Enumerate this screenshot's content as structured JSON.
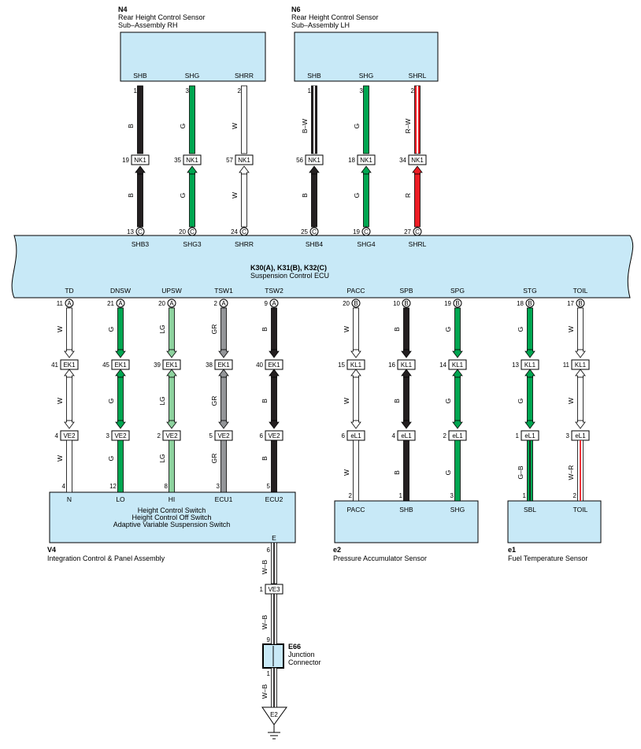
{
  "components": {
    "n4": {
      "code": "N4",
      "lines": [
        "Rear Height Control Sensor",
        "Sub–Assembly RH"
      ]
    },
    "n6": {
      "code": "N6",
      "lines": [
        "Rear Height Control Sensor",
        "Sub–Assembly LH"
      ]
    },
    "ecu": {
      "code": "K30(A), K31(B), K32(C)",
      "name": "Suspension Control ECU"
    },
    "v4": {
      "code": "V4",
      "name": "Integration Control & Panel Assembly",
      "inner": [
        "Height Control Switch",
        "Height Control Off Switch",
        "Adaptive Variable Suspension Switch"
      ]
    },
    "e2": {
      "code": "e2",
      "name": "Pressure Accumulator Sensor"
    },
    "e1": {
      "code": "e1",
      "name": "Fuel Temperature Sensor"
    },
    "e66": {
      "code": "E66",
      "lines": [
        "Junction",
        "Connector"
      ]
    },
    "ground": {
      "label": "E2"
    }
  },
  "colors": {
    "B": "#231f20",
    "G": "#00a651",
    "W": "#ffffff",
    "R": "#ed1c24",
    "LG": "#8dd29e",
    "GR": "#939598",
    "ecu_fill": "#c8e9f7",
    "box_fill": "#c8e9f7"
  },
  "top_wires": [
    {
      "top_pin": "SHB",
      "top_num": "1",
      "top_color": "B",
      "stripe": "",
      "conn": "NK1",
      "conn_num": "19",
      "low_color": "B",
      "ecu_num": "13",
      "ecu_conn": "C",
      "ecu_pin": "SHB3"
    },
    {
      "top_pin": "SHG",
      "top_num": "3",
      "top_color": "G",
      "stripe": "",
      "conn": "NK1",
      "conn_num": "35",
      "low_color": "G",
      "ecu_num": "20",
      "ecu_conn": "C",
      "ecu_pin": "SHG3"
    },
    {
      "top_pin": "SHRR",
      "top_num": "2",
      "top_color": "W",
      "stripe": "",
      "conn": "NK1",
      "conn_num": "57",
      "low_color": "W",
      "ecu_num": "24",
      "ecu_conn": "C",
      "ecu_pin": "SHRR"
    },
    {
      "top_pin": "SHB",
      "top_num": "1",
      "top_color": "B–W",
      "stripe": "W",
      "conn": "NK1",
      "conn_num": "56",
      "low_color": "B",
      "ecu_num": "25",
      "ecu_conn": "C",
      "ecu_pin": "SHB4"
    },
    {
      "top_pin": "SHG",
      "top_num": "3",
      "top_color": "G",
      "stripe": "",
      "conn": "NK1",
      "conn_num": "18",
      "low_color": "G",
      "ecu_num": "19",
      "ecu_conn": "C",
      "ecu_pin": "SHG4"
    },
    {
      "top_pin": "SHRL",
      "top_num": "2",
      "top_color": "R–W",
      "stripe": "W",
      "conn": "NK1",
      "conn_num": "34",
      "low_color": "R",
      "ecu_num": "27",
      "ecu_conn": "C",
      "ecu_pin": "SHRL"
    }
  ],
  "bottom_left_wires": [
    {
      "ecu_pin": "TD",
      "ecu_num": "11",
      "ecu_conn": "A",
      "color": "W",
      "c1": "EK1",
      "c1_num": "41",
      "c2": "VE2",
      "c2_num": "4",
      "dev_num": "4",
      "dev_pin": "N"
    },
    {
      "ecu_pin": "DNSW",
      "ecu_num": "21",
      "ecu_conn": "A",
      "color": "G",
      "c1": "EK1",
      "c1_num": "45",
      "c2": "VE2",
      "c2_num": "3",
      "dev_num": "12",
      "dev_pin": "LO"
    },
    {
      "ecu_pin": "UPSW",
      "ecu_num": "20",
      "ecu_conn": "A",
      "color": "LG",
      "c1": "EK1",
      "c1_num": "39",
      "c2": "VE2",
      "c2_num": "2",
      "dev_num": "8",
      "dev_pin": "HI"
    },
    {
      "ecu_pin": "TSW1",
      "ecu_num": "2",
      "ecu_conn": "A",
      "color": "GR",
      "c1": "EK1",
      "c1_num": "38",
      "c2": "VE2",
      "c2_num": "5",
      "dev_num": "3",
      "dev_pin": "ECU1"
    },
    {
      "ecu_pin": "TSW2",
      "ecu_num": "9",
      "ecu_conn": "A",
      "color": "B",
      "c1": "EK1",
      "c1_num": "40",
      "c2": "VE2",
      "c2_num": "6",
      "dev_num": "5",
      "dev_pin": "ECU2"
    }
  ],
  "bottom_right_wires": [
    {
      "ecu_pin": "PACC",
      "ecu_num": "20",
      "ecu_conn": "B",
      "color": "W",
      "c1": "KL1",
      "c1_num": "15",
      "c2": "eL1",
      "c2_num": "6",
      "low_color": "W",
      "stripe": "",
      "dev_num": "2",
      "dev_pin": "PACC"
    },
    {
      "ecu_pin": "SPB",
      "ecu_num": "10",
      "ecu_conn": "B",
      "color": "B",
      "c1": "KL1",
      "c1_num": "16",
      "c2": "eL1",
      "c2_num": "4",
      "low_color": "B",
      "stripe": "",
      "dev_num": "1",
      "dev_pin": "SHB"
    },
    {
      "ecu_pin": "SPG",
      "ecu_num": "19",
      "ecu_conn": "B",
      "color": "G",
      "c1": "KL1",
      "c1_num": "14",
      "c2": "eL1",
      "c2_num": "2",
      "low_color": "G",
      "stripe": "",
      "dev_num": "3",
      "dev_pin": "SHG"
    },
    {
      "ecu_pin": "STG",
      "ecu_num": "18",
      "ecu_conn": "B",
      "color": "G",
      "c1": "KL1",
      "c1_num": "13",
      "c2": "eL1",
      "c2_num": "1",
      "low_color": "G–B",
      "stripe": "B",
      "dev_num": "1",
      "dev_pin": "SBL"
    },
    {
      "ecu_pin": "TOIL",
      "ecu_num": "17",
      "ecu_conn": "B",
      "color": "W",
      "c1": "KL1",
      "c1_num": "11",
      "c2": "eL1",
      "c2_num": "3",
      "low_color": "W–R",
      "stripe": "R",
      "dev_num": "2",
      "dev_pin": "TOIL"
    }
  ],
  "ground_wire": {
    "dev_pin": "E",
    "dev_num": "6",
    "color": "W–B",
    "conn": "VE3",
    "conn_num": "1",
    "j_in": "9",
    "j_out": "1"
  }
}
